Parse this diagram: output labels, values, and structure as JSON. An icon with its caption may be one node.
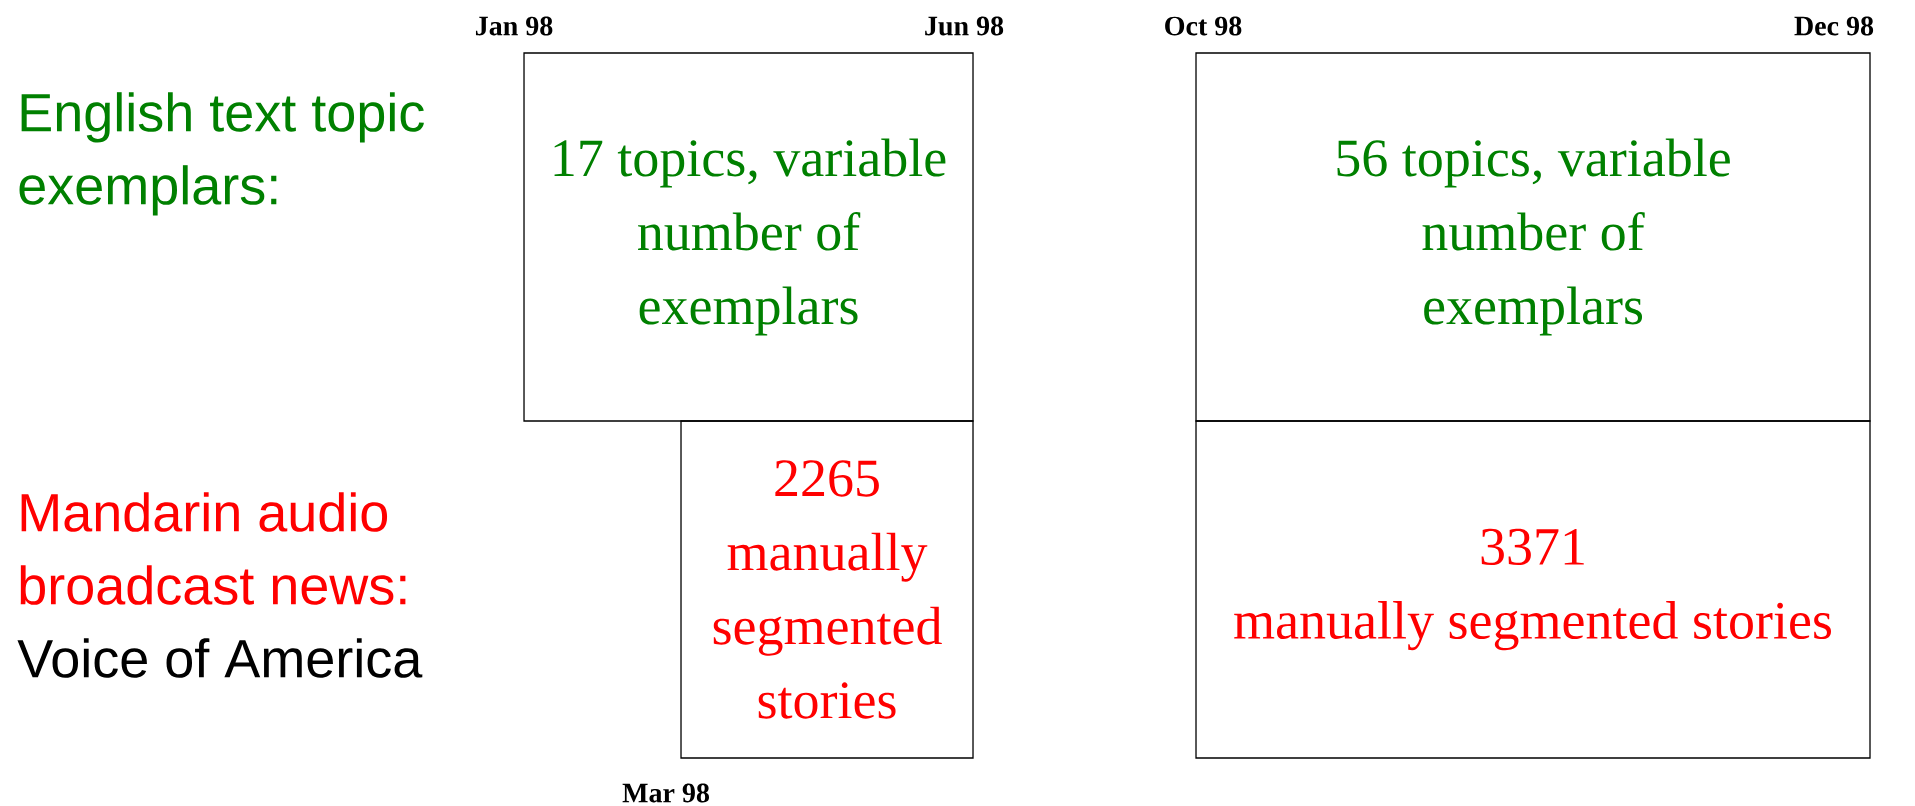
{
  "diagram": {
    "nodes": [
      {
        "text": [
          "17 topics, variable number of exemplars"
        ]
      },
      {
        "text": [
          "2265 manually segmented stories"
        ]
      },
      {
        "text": [
          "56 topics, variable number of exemplars"
        ]
      },
      {
        "text": [
          "3371 manually segmented stories"
        ]
      }
    ],
    "labels": [
      "Jan 98",
      "Jun 98",
      "Oct 98",
      "Dec 98",
      "English text topic exemplars:",
      "Mandarin audio broadcast news:",
      "Voice of America",
      "Mar 98"
    ]
  }
}
